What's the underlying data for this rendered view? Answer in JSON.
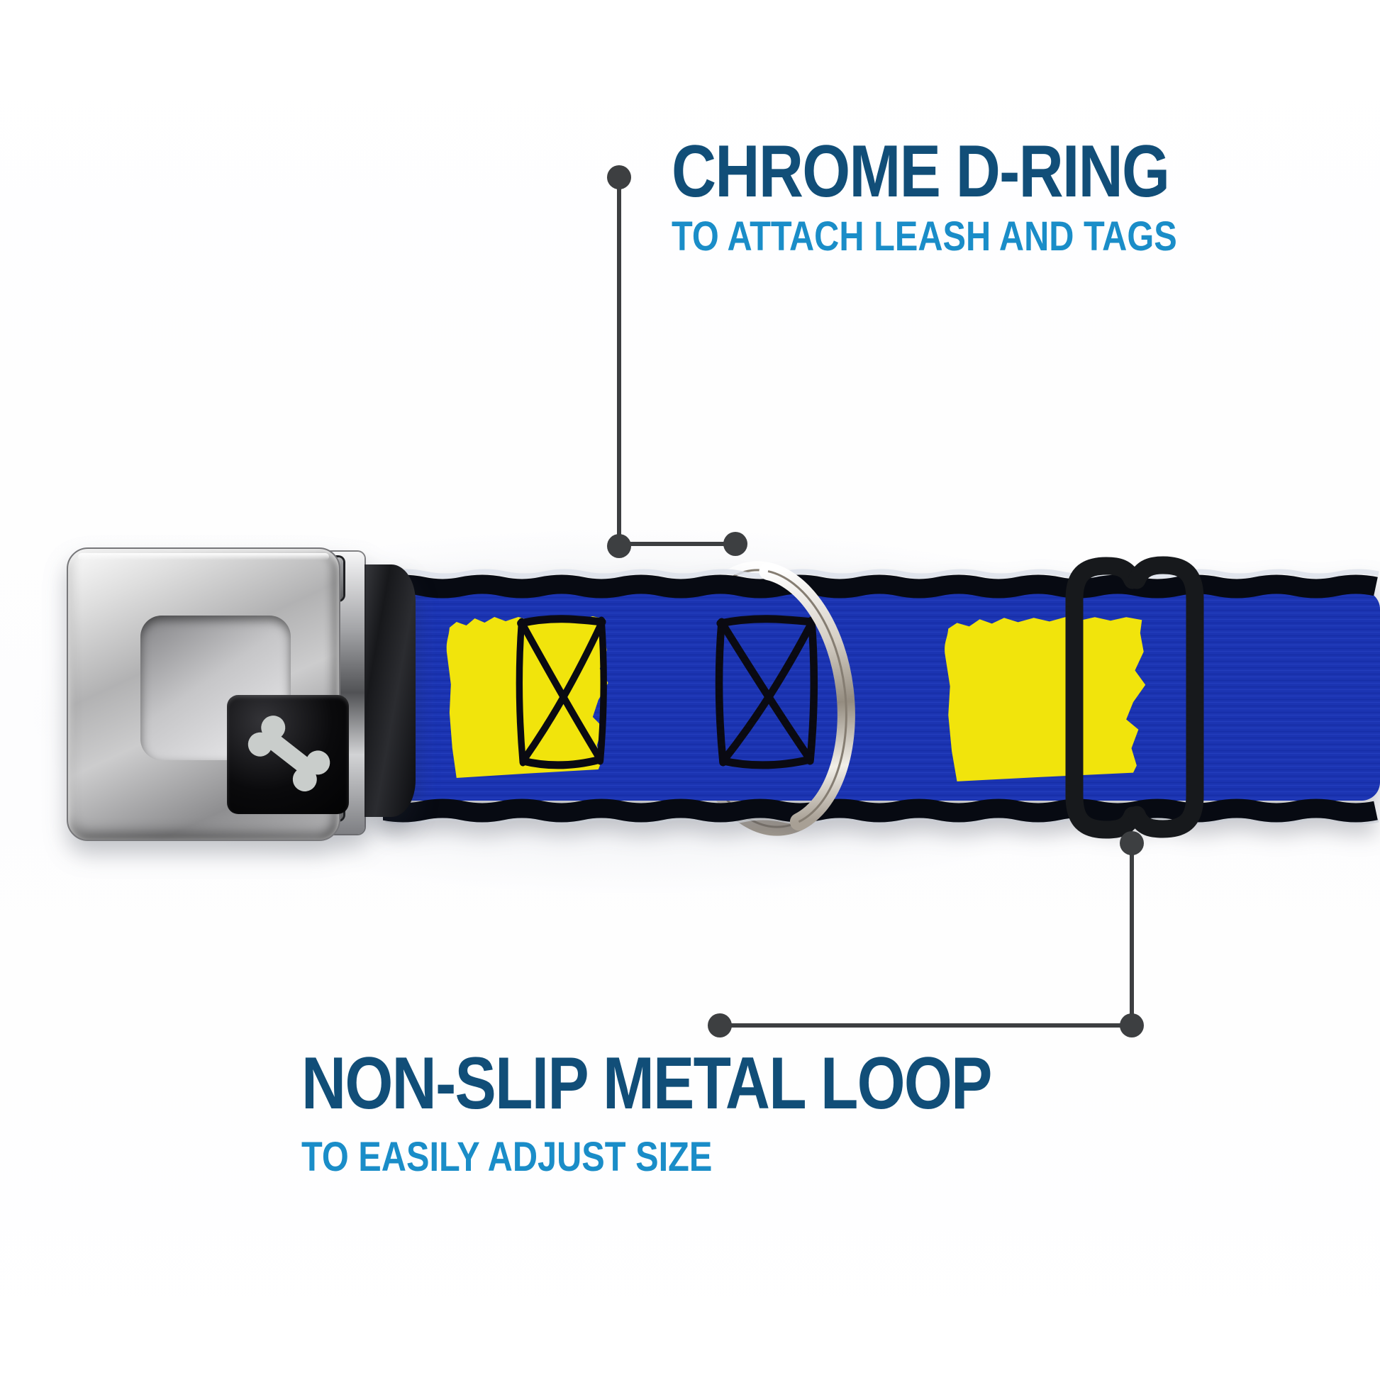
{
  "product": {
    "description": "Dog collar with chrome seatbelt-style buckle, blue webbing printed with yellow Oregon state silhouettes and black hand-sketched X boxes, chrome D-ring and black non-slip adjuster loop"
  },
  "annotations": {
    "top": {
      "title": "CHROME D-RING",
      "subtitle": "TO ATTACH LEASH AND TAGS"
    },
    "bottom": {
      "title": "NON-SLIP METAL LOOP",
      "subtitle": "TO EASILY ADJUST SIZE"
    }
  },
  "icons": [
    {
      "name": "bone-icon",
      "meaning": "dog bone logo on buckle face"
    },
    {
      "name": "d-ring",
      "meaning": "chrome D-shaped leash ring"
    },
    {
      "name": "slider-loop",
      "meaning": "black tri-glide adjuster loop"
    },
    {
      "name": "oregon-shape",
      "meaning": "yellow Oregon state silhouette pattern"
    },
    {
      "name": "sketch-box-icon",
      "meaning": "black hand-drawn box with X pattern"
    }
  ],
  "colors": {
    "title": "#114e78",
    "subtitle": "#1a8dc8",
    "callout": "#3d3f41",
    "webbing_blue": "#1b34b2",
    "pattern_yellow": "#f1e40c",
    "pattern_black": "#0a0a12",
    "buckle_chrome": "#c9c9c9",
    "buckle_window": "#0a0a0a",
    "bone_gray": "#c9cdcb",
    "dring_chrome": "#d8d3cb",
    "slider_black": "#17191c",
    "background": "#ffffff"
  }
}
